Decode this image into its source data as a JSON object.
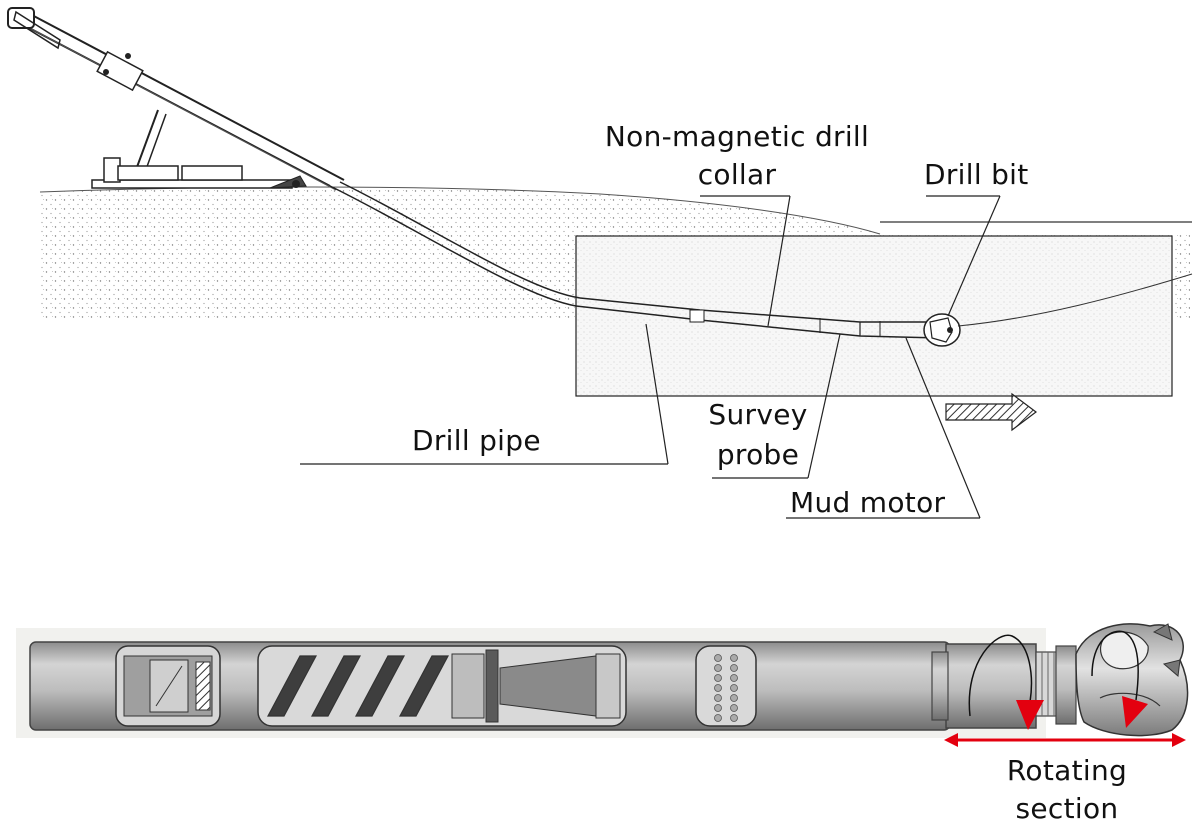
{
  "labels": {
    "non_magnetic_line1": "Non-magnetic drill",
    "non_magnetic_line2": "collar",
    "drill_bit": "Drill bit",
    "drill_pipe": "Drill pipe",
    "survey_line1": "Survey",
    "survey_line2": "probe",
    "mud_motor": "Mud motor",
    "rotating_line1": "Rotating",
    "rotating_line2": "section"
  },
  "colors": {
    "ink": "#111111",
    "accent_red": "#e3000f",
    "tool_gray": "#a9a9a9",
    "panel_bg": "#f1f1ee"
  }
}
